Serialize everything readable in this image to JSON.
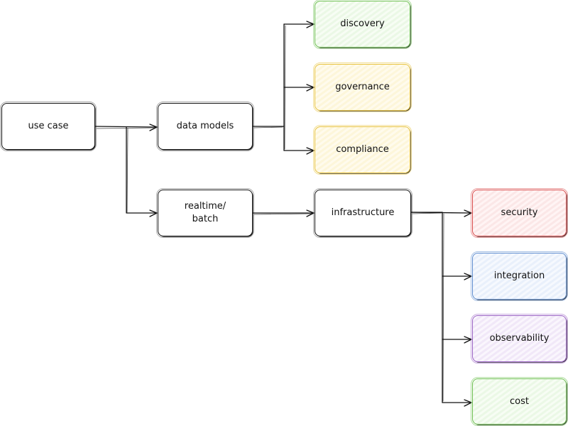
{
  "nodes": {
    "use_case": "use case",
    "data_models": "data models",
    "realtime_batch": "realtime/\nbatch",
    "discovery": "discovery",
    "governance": "governance",
    "compliance": "compliance",
    "infrastructure": "infrastructure",
    "security": "security",
    "integration": "integration",
    "observability": "observability",
    "cost": "cost"
  },
  "colors": {
    "stroke": "#111111",
    "green": "#6cbf4f",
    "yellow": "#e8c23c",
    "red": "#d94a4a",
    "blue": "#5d8ccf",
    "purple": "#9a62c4"
  }
}
